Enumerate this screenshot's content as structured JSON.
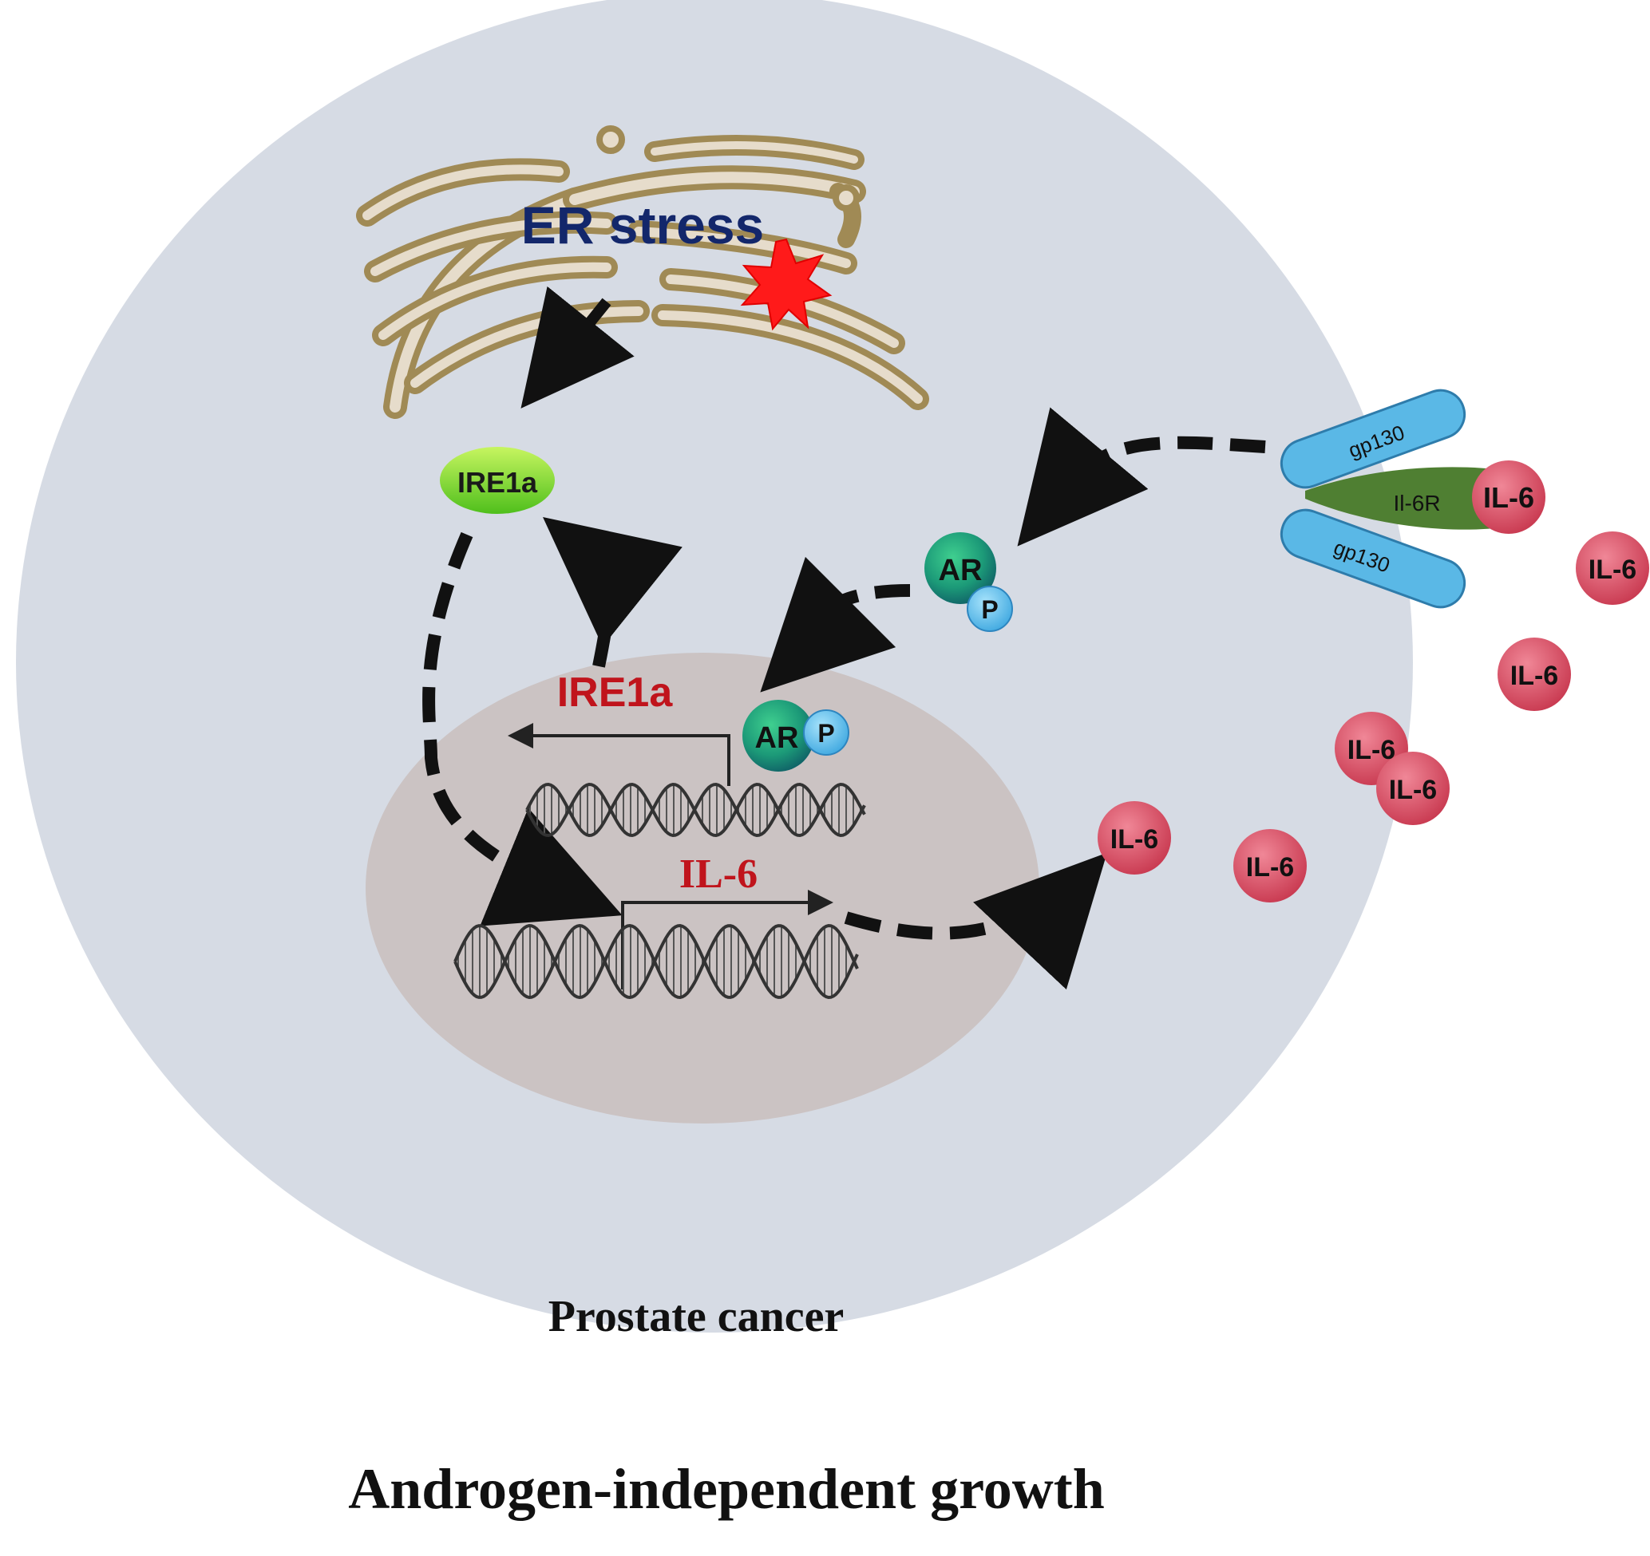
{
  "er": {
    "label": "ER stress"
  },
  "ire1a_protein": {
    "label": "IRE1a"
  },
  "ire1a_gene": {
    "label": "IRE1a"
  },
  "il6_gene": {
    "label": "IL-6"
  },
  "ar_cytoplasm": {
    "label": "AR",
    "phospho": "P"
  },
  "ar_nucleus": {
    "label": "AR",
    "phospho": "P"
  },
  "receptor": {
    "gp130_top": "gp130",
    "gp130_bottom": "gp130",
    "il6r": "Il-6R",
    "bound_ligand": "IL-6"
  },
  "il6_particles": [
    "IL-6",
    "IL-6",
    "IL-6",
    "IL-6",
    "IL-6",
    "IL-6"
  ],
  "cell_label": "Prostate cancer",
  "caption": "Androgen-independent growth",
  "colors": {
    "cell": "#d6dbe4",
    "nucleus": "#cbc3c3",
    "er_membrane": "#a08a55",
    "er_fill": "#e6dccb",
    "er_text": "#13276b",
    "gene_label": "#c0141c",
    "ar": "#1f9d7a",
    "phospho": "#5bc0ec",
    "il6": "#dc5a72",
    "il6r": "#4f7f32",
    "gp130": "#5ab8e6",
    "ire1a": "#7fd636"
  }
}
